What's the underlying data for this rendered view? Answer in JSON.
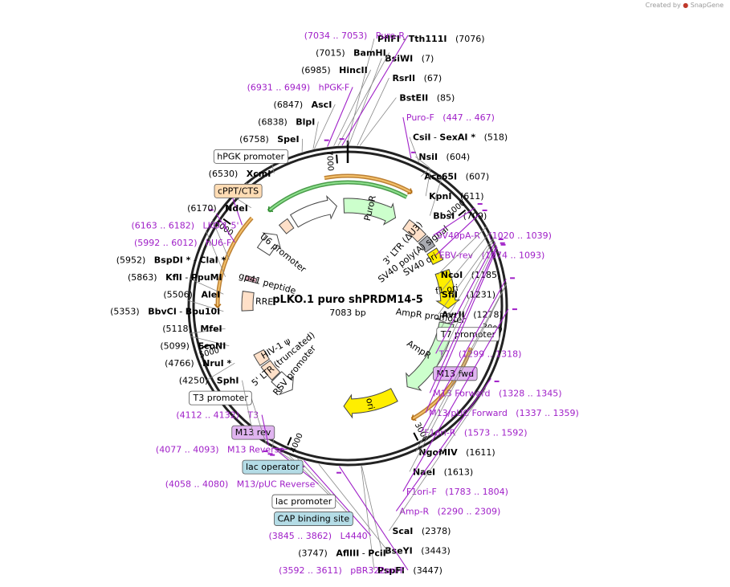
{
  "credit": {
    "label": "Created by",
    "brand": "SnapGene"
  },
  "plasmid": {
    "name": "pLKO.1 puro shPRDM14-5",
    "length_label": "7083 bp",
    "total_bp": 7083
  },
  "colors": {
    "site": "#000000",
    "primer": "#a020c8",
    "backbone": "#222222",
    "ori": "#ffee00",
    "resistance": "#ccffcc",
    "promoter": "#ffffff",
    "ltr": "#ffe0c8",
    "origin_arc": "#d98e1b"
  },
  "ticks": [
    {
      "bp": 1000,
      "label": "1000"
    },
    {
      "bp": 2000,
      "label": "2000"
    },
    {
      "bp": 3000,
      "label": "3000"
    },
    {
      "bp": 4000,
      "label": "4000"
    },
    {
      "bp": 5000,
      "label": "5000"
    },
    {
      "bp": 6000,
      "label": "6000"
    },
    {
      "bp": 7000,
      "label": "7000"
    }
  ],
  "labels": [
    {
      "side": "R",
      "type": "site",
      "bp": 7076,
      "segs": [
        [
          "PflFI",
          "b"
        ],
        [
          " - ",
          "n"
        ],
        [
          "Tth111I",
          "b"
        ],
        [
          "   (7076)",
          "n"
        ]
      ]
    },
    {
      "side": "R",
      "type": "site",
      "bp": 7,
      "segs": [
        [
          "BsiWI",
          "b"
        ],
        [
          "   (7)",
          "n"
        ]
      ]
    },
    {
      "side": "R",
      "type": "site",
      "bp": 67,
      "segs": [
        [
          "RsrII",
          "b"
        ],
        [
          "   (67)",
          "n"
        ]
      ]
    },
    {
      "side": "R",
      "type": "site",
      "bp": 85,
      "segs": [
        [
          "BstEII",
          "b"
        ],
        [
          "   (85)",
          "n"
        ]
      ]
    },
    {
      "side": "R",
      "type": "primer",
      "bp": 457,
      "segs": [
        [
          "Puro-F   (447 .. 467)",
          "n"
        ]
      ]
    },
    {
      "side": "R",
      "type": "site",
      "bp": 518,
      "segs": [
        [
          "CsiI",
          "b"
        ],
        [
          " - ",
          "n"
        ],
        [
          "SexAI *",
          "b"
        ],
        [
          "   (518)",
          "n"
        ]
      ]
    },
    {
      "side": "R",
      "type": "site",
      "bp": 604,
      "segs": [
        [
          "NsiI",
          "b"
        ],
        [
          "   (604)",
          "n"
        ]
      ]
    },
    {
      "side": "R",
      "type": "site",
      "bp": 607,
      "segs": [
        [
          "Acc65I",
          "b"
        ],
        [
          "   (607)",
          "n"
        ]
      ]
    },
    {
      "side": "R",
      "type": "site",
      "bp": 611,
      "segs": [
        [
          "KpnI",
          "b"
        ],
        [
          "   (611)",
          "n"
        ]
      ]
    },
    {
      "side": "R",
      "type": "site",
      "bp": 709,
      "segs": [
        [
          "BbsI",
          "b"
        ],
        [
          "   (709)",
          "n"
        ]
      ]
    },
    {
      "side": "R",
      "type": "primer",
      "bp": 1030,
      "segs": [
        [
          "SV40pA-R   (1020 .. 1039)",
          "n"
        ]
      ]
    },
    {
      "side": "R",
      "type": "primer",
      "bp": 1084,
      "segs": [
        [
          "EBV-rev   (1074 .. 1093)",
          "n"
        ]
      ]
    },
    {
      "side": "R",
      "type": "site",
      "bp": 1185,
      "segs": [
        [
          "NcoI",
          "b"
        ],
        [
          "   (1185)",
          "n"
        ]
      ]
    },
    {
      "side": "R",
      "type": "site",
      "bp": 1231,
      "segs": [
        [
          "SfiI",
          "b"
        ],
        [
          "   (1231)",
          "n"
        ]
      ]
    },
    {
      "side": "R",
      "type": "site",
      "bp": 1278,
      "segs": [
        [
          "AvrII",
          "b"
        ],
        [
          "   (1278)",
          "n"
        ]
      ]
    },
    {
      "side": "R",
      "type": "feature-box",
      "bp": 1290,
      "segs": [
        [
          "T7 promoter",
          "n"
        ]
      ]
    },
    {
      "side": "R",
      "type": "primer",
      "bp": 1308,
      "segs": [
        [
          "T7   (1299 .. 1318)",
          "n"
        ]
      ]
    },
    {
      "side": "R",
      "type": "primer-box",
      "bp": 1320,
      "segs": [
        [
          "M13 fwd",
          "n"
        ]
      ]
    },
    {
      "side": "R",
      "type": "primer",
      "bp": 1336,
      "segs": [
        [
          "M13 Forward   (1328 .. 1345)",
          "n"
        ]
      ]
    },
    {
      "side": "R",
      "type": "primer",
      "bp": 1348,
      "segs": [
        [
          "M13/pUC Forward   (1337 .. 1359)",
          "n"
        ]
      ]
    },
    {
      "side": "R",
      "type": "primer",
      "bp": 1582,
      "segs": [
        [
          "F1ori-R   (1573 .. 1592)",
          "n"
        ]
      ]
    },
    {
      "side": "R",
      "type": "site",
      "bp": 1611,
      "segs": [
        [
          "NgoMIV",
          "b"
        ],
        [
          "   (1611)",
          "n"
        ]
      ]
    },
    {
      "side": "R",
      "type": "site",
      "bp": 1613,
      "segs": [
        [
          "NaeI",
          "b"
        ],
        [
          "   (1613)",
          "n"
        ]
      ]
    },
    {
      "side": "R",
      "type": "primer",
      "bp": 1793,
      "segs": [
        [
          "F1ori-F   (1783 .. 1804)",
          "n"
        ]
      ]
    },
    {
      "side": "R",
      "type": "primer",
      "bp": 2299,
      "segs": [
        [
          "Amp-R   (2290 .. 2309)",
          "n"
        ]
      ]
    },
    {
      "side": "R",
      "type": "site",
      "bp": 2378,
      "segs": [
        [
          "ScaI",
          "b"
        ],
        [
          "   (2378)",
          "n"
        ]
      ]
    },
    {
      "side": "R",
      "type": "site",
      "bp": 3443,
      "segs": [
        [
          "BseYI",
          "b"
        ],
        [
          "   (3443)",
          "n"
        ]
      ]
    },
    {
      "side": "R",
      "type": "site",
      "bp": 3447,
      "segs": [
        [
          "PspFI",
          "b"
        ],
        [
          "   (3447)",
          "n"
        ]
      ]
    },
    {
      "side": "L",
      "type": "primer",
      "bp": 3601,
      "segs": [
        [
          "(3592 .. 3611)   pBR322ori-F",
          "n"
        ]
      ]
    },
    {
      "side": "L",
      "type": "site",
      "bp": 3747,
      "segs": [
        [
          "(3747)   ",
          "n"
        ],
        [
          "AflIII",
          "b"
        ],
        [
          " - ",
          "n"
        ],
        [
          "PciI",
          "b"
        ]
      ]
    },
    {
      "side": "L",
      "type": "primer",
      "bp": 3853,
      "segs": [
        [
          "(3845 .. 3862)   L4440",
          "n"
        ]
      ]
    },
    {
      "side": "L",
      "type": "feature-box-blue",
      "bp": 3900,
      "segs": [
        [
          "CAP binding site",
          "n"
        ]
      ]
    },
    {
      "side": "L",
      "type": "feature-box",
      "bp": 3960,
      "segs": [
        [
          "lac promoter",
          "n"
        ]
      ]
    },
    {
      "side": "L",
      "type": "primer",
      "bp": 4069,
      "segs": [
        [
          "(4058 .. 4080)   M13/pUC Reverse",
          "n"
        ]
      ]
    },
    {
      "side": "L",
      "type": "feature-box-blue",
      "bp": 4075,
      "segs": [
        [
          "lac operator",
          "n"
        ]
      ]
    },
    {
      "side": "L",
      "type": "primer",
      "bp": 4085,
      "segs": [
        [
          "(4077 .. 4093)   M13 Reverse",
          "n"
        ]
      ]
    },
    {
      "side": "L",
      "type": "primer-box",
      "bp": 4090,
      "segs": [
        [
          "M13 rev",
          "n"
        ]
      ]
    },
    {
      "side": "L",
      "type": "primer",
      "bp": 4122,
      "segs": [
        [
          "(4112 .. 4132)   T3",
          "n"
        ]
      ]
    },
    {
      "side": "L",
      "type": "feature-box",
      "bp": 4140,
      "segs": [
        [
          "T3 promoter",
          "n"
        ]
      ]
    },
    {
      "side": "L",
      "type": "site",
      "bp": 4250,
      "segs": [
        [
          "(4250)   ",
          "n"
        ],
        [
          "SphI",
          "b"
        ]
      ]
    },
    {
      "side": "L",
      "type": "site",
      "bp": 4766,
      "segs": [
        [
          "(4766)   ",
          "n"
        ],
        [
          "NruI *",
          "b"
        ]
      ]
    },
    {
      "side": "L",
      "type": "site",
      "bp": 5099,
      "segs": [
        [
          "(5099)   ",
          "n"
        ],
        [
          "EcoNI",
          "b"
        ]
      ]
    },
    {
      "side": "L",
      "type": "site",
      "bp": 5118,
      "segs": [
        [
          "(5118)   ",
          "n"
        ],
        [
          "MfeI",
          "b"
        ]
      ]
    },
    {
      "side": "L",
      "type": "site",
      "bp": 5353,
      "segs": [
        [
          "(5353)   ",
          "n"
        ],
        [
          "BbvCI",
          "b"
        ],
        [
          " - ",
          "n"
        ],
        [
          "Bpu10I",
          "b"
        ]
      ]
    },
    {
      "side": "L",
      "type": "site",
      "bp": 5506,
      "segs": [
        [
          "(5506)   ",
          "n"
        ],
        [
          "AleI",
          "b"
        ]
      ]
    },
    {
      "side": "L",
      "type": "site",
      "bp": 5863,
      "segs": [
        [
          "(5863)   ",
          "n"
        ],
        [
          "KflI",
          "b"
        ],
        [
          " - ",
          "n"
        ],
        [
          "PpuMI",
          "b"
        ]
      ]
    },
    {
      "side": "L",
      "type": "site",
      "bp": 5952,
      "segs": [
        [
          "(5952)   ",
          "n"
        ],
        [
          "BspDI *",
          "b"
        ],
        [
          " - ",
          "n"
        ],
        [
          "ClaI *",
          "b"
        ]
      ]
    },
    {
      "side": "L",
      "type": "primer",
      "bp": 6002,
      "segs": [
        [
          "(5992 .. 6012)   hU6-F",
          "n"
        ]
      ]
    },
    {
      "side": "L",
      "type": "primer",
      "bp": 6172,
      "segs": [
        [
          "(6163 .. 6182)   LKO.1 5'",
          "n"
        ]
      ]
    },
    {
      "side": "L",
      "type": "site",
      "bp": 6170,
      "segs": [
        [
          "(6170)   ",
          "n"
        ],
        [
          "NdeI",
          "b"
        ]
      ]
    },
    {
      "side": "L",
      "type": "feature-box-orange",
      "bp": 6300,
      "segs": [
        [
          "cPPT/CTS",
          "n"
        ]
      ]
    },
    {
      "side": "L",
      "type": "site",
      "bp": 6530,
      "segs": [
        [
          "(6530)   ",
          "n"
        ],
        [
          "XcmI",
          "b"
        ]
      ]
    },
    {
      "side": "L",
      "type": "feature-box",
      "bp": 6600,
      "segs": [
        [
          "hPGK promoter",
          "n"
        ]
      ]
    },
    {
      "side": "L",
      "type": "site",
      "bp": 6758,
      "segs": [
        [
          "(6758)   ",
          "n"
        ],
        [
          "SpeI",
          "b"
        ]
      ]
    },
    {
      "side": "L",
      "type": "site",
      "bp": 6838,
      "segs": [
        [
          "(6838)   ",
          "n"
        ],
        [
          "BlpI",
          "b"
        ]
      ]
    },
    {
      "side": "L",
      "type": "site",
      "bp": 6847,
      "segs": [
        [
          "(6847)   ",
          "n"
        ],
        [
          "AscI",
          "b"
        ]
      ]
    },
    {
      "side": "L",
      "type": "primer",
      "bp": 6940,
      "segs": [
        [
          "(6931 .. 6949)   hPGK-F",
          "n"
        ]
      ]
    },
    {
      "side": "L",
      "type": "site",
      "bp": 6985,
      "segs": [
        [
          "(6985)   ",
          "n"
        ],
        [
          "HincII",
          "b"
        ]
      ]
    },
    {
      "side": "L",
      "type": "site",
      "bp": 7015,
      "segs": [
        [
          "(7015)   ",
          "n"
        ],
        [
          "BamHI",
          "b"
        ]
      ]
    },
    {
      "side": "L",
      "type": "primer",
      "bp": 7043,
      "segs": [
        [
          "(7034 .. 7053)   Puro-R",
          "n"
        ]
      ]
    }
  ],
  "features": [
    {
      "name": "PuroR",
      "start": 7040,
      "end": 560,
      "dir": 1,
      "kind": "resistance",
      "label": "PuroR"
    },
    {
      "name": "3' LTR (ΔU3)",
      "start": 700,
      "end": 935,
      "dir": 0,
      "kind": "ltr",
      "label": "3' LTR (ΔU3)"
    },
    {
      "name": "SV40 poly(A) signal",
      "start": 955,
      "end": 1090,
      "dir": 0,
      "kind": "polya",
      "label": "SV40 poly(A) signal"
    },
    {
      "name": "SV40 ori",
      "start": 1120,
      "end": 1260,
      "dir": 0,
      "kind": "ori",
      "label": "SV40 ori"
    },
    {
      "name": "f1 ori",
      "start": 1380,
      "end": 1800,
      "dir": 1,
      "kind": "ori",
      "label": "f1 ori"
    },
    {
      "name": "AmpR promoter",
      "start": 1860,
      "end": 1965,
      "dir": 1,
      "kind": "promoter",
      "label": "AmpR promoter"
    },
    {
      "name": "AmpR",
      "start": 1966,
      "end": 2826,
      "dir": 1,
      "kind": "resistance",
      "label": "AmpR"
    },
    {
      "name": "ori",
      "start": 2998,
      "end": 3586,
      "dir": 1,
      "kind": "ori",
      "label": "ori"
    },
    {
      "name": "RSV promoter",
      "start": 4200,
      "end": 4430,
      "dir": -1,
      "kind": "promoter",
      "label": "RSV promoter"
    },
    {
      "name": "5' LTR (truncated)",
      "start": 4440,
      "end": 4620,
      "dir": 0,
      "kind": "ltr",
      "label": "5' LTR (truncated)"
    },
    {
      "name": "HIV-1 ψ",
      "start": 4640,
      "end": 4770,
      "dir": 0,
      "kind": "ltr",
      "label": "HIV-1 ψ"
    },
    {
      "name": "RRE",
      "start": 5260,
      "end": 5470,
      "dir": 0,
      "kind": "ltr",
      "label": "RRE"
    },
    {
      "name": "gp41 peptide",
      "start": 5590,
      "end": 5640,
      "dir": 0,
      "kind": "peptide",
      "label": "gp41 peptide"
    },
    {
      "name": "U6 promoter",
      "start": 5960,
      "end": 6200,
      "dir": 1,
      "kind": "promoter",
      "label": "U6 promoter"
    },
    {
      "name": "cPPT/CTS",
      "start": 6290,
      "end": 6400,
      "dir": 0,
      "kind": "ltr",
      "label": ""
    },
    {
      "name": "hPGK promoter",
      "start": 6450,
      "end": 6960,
      "dir": 1,
      "kind": "promoter",
      "label": ""
    }
  ],
  "origins_arcs": [
    {
      "name": "outer-orange-1",
      "start": 6880,
      "end": 580,
      "dir": 1
    },
    {
      "name": "outer-green-1",
      "start": 6300,
      "end": 560,
      "dir": -1
    },
    {
      "name": "outer-orange-2",
      "start": 2140,
      "end": 2960,
      "dir": 1
    },
    {
      "name": "outer-orange-3",
      "start": 5300,
      "end": 6150,
      "dir": -1
    }
  ]
}
